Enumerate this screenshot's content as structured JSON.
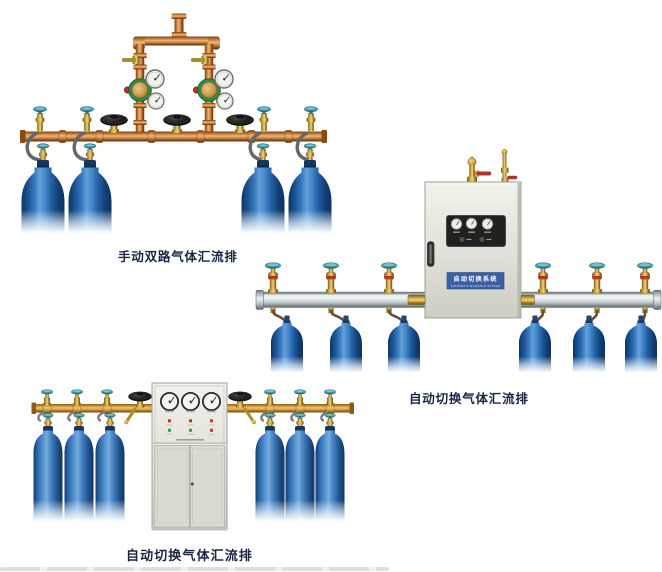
{
  "page": {
    "background_color": "#ffffff"
  },
  "figures": [
    {
      "id": "manual-dual-manifold",
      "caption": "手动双路气体汇流排",
      "cylinder_count": 4
    },
    {
      "id": "auto-switch-wall-manifold",
      "caption": "自动切换气体汇流排",
      "cabinet_label": "自动切换系统",
      "cabinet_label_en": "AUTOMATIC MANIFOLD SYSTEM",
      "cylinder_count": 6
    },
    {
      "id": "auto-switch-floor-manifold",
      "caption": "自动切换气体汇流排",
      "cylinder_count": 6
    }
  ],
  "colors": {
    "copper_pipe": "#c98344",
    "brass": "#d2a848",
    "cylinder_blue": "#2e6cb2",
    "teal_cap": "#46aec0",
    "steel_rail": "#c6ccd0",
    "cabinet": "#e0e0d8",
    "label_blue": "#3b5fa5",
    "regulator_green": "#2e8c4c",
    "caption_text": "#1a2546"
  }
}
